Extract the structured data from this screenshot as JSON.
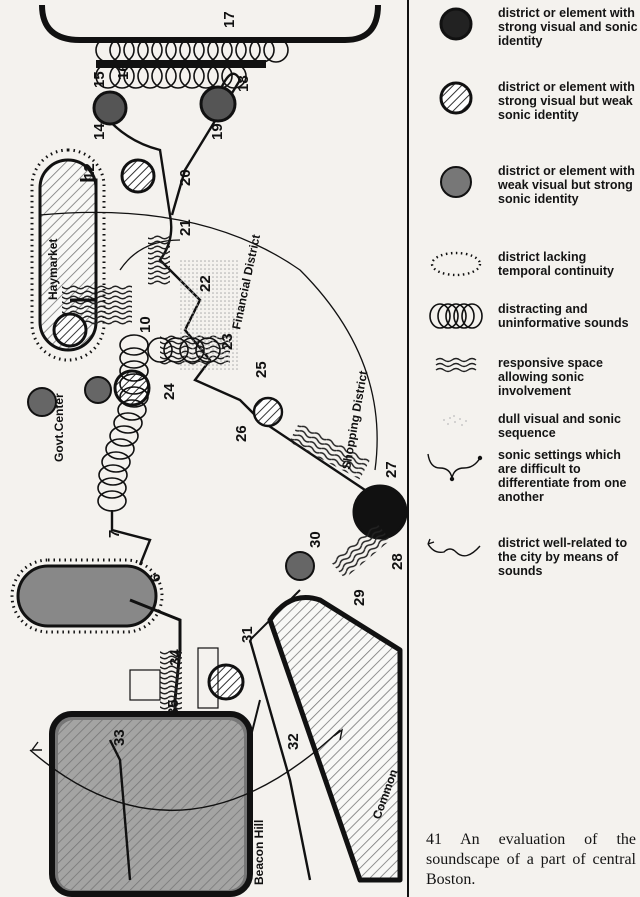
{
  "legend": [
    {
      "id": "strong-visual-strong-sonic",
      "text": "district or element with strong visual and sonic identity",
      "symbol": "dark-circle-icon"
    },
    {
      "id": "strong-visual-weak-sonic",
      "text": "district or element with strong visual but weak sonic identity",
      "symbol": "hatched-circle-icon"
    },
    {
      "id": "weak-visual-strong-sonic",
      "text": "district or element with weak visual but strong sonic identity",
      "symbol": "grey-circle-icon"
    },
    {
      "id": "lacking-continuity",
      "text": "district lacking temporal continuity",
      "symbol": "dotted-outline-icon"
    },
    {
      "id": "distracting-sounds",
      "text": "distracting and uninformative sounds",
      "symbol": "overlapping-rings-icon"
    },
    {
      "id": "responsive-space",
      "text": "responsive space allowing sonic involvement",
      "symbol": "wavy-band-icon"
    },
    {
      "id": "dull-sequence",
      "text": "dull visual and sonic sequence",
      "symbol": "faint-stipple-icon"
    },
    {
      "id": "difficult-settings",
      "text": "sonic settings which are difficult to differentiate from one another",
      "symbol": "arcs-icon"
    },
    {
      "id": "well-related",
      "text": "district well-related to the city by means of sounds",
      "symbol": "arc-arrows-icon"
    }
  ],
  "districts": {
    "haymarket": "Haymarket",
    "govt_center": "Govt.Center",
    "financial": "Financial District",
    "shopping": "Shopping District",
    "common": "Common",
    "beacon": "Beacon Hill"
  },
  "route_numbers": [
    "6",
    "7",
    "10",
    "12",
    "14",
    "15",
    "16",
    "17",
    "18",
    "19",
    "20",
    "21",
    "22",
    "23",
    "24",
    "25",
    "26",
    "27",
    "28",
    "29",
    "30",
    "31",
    "32",
    "33",
    "34",
    "35"
  ],
  "caption": "41  An evaluation of the soundscape of a part of central Boston."
}
